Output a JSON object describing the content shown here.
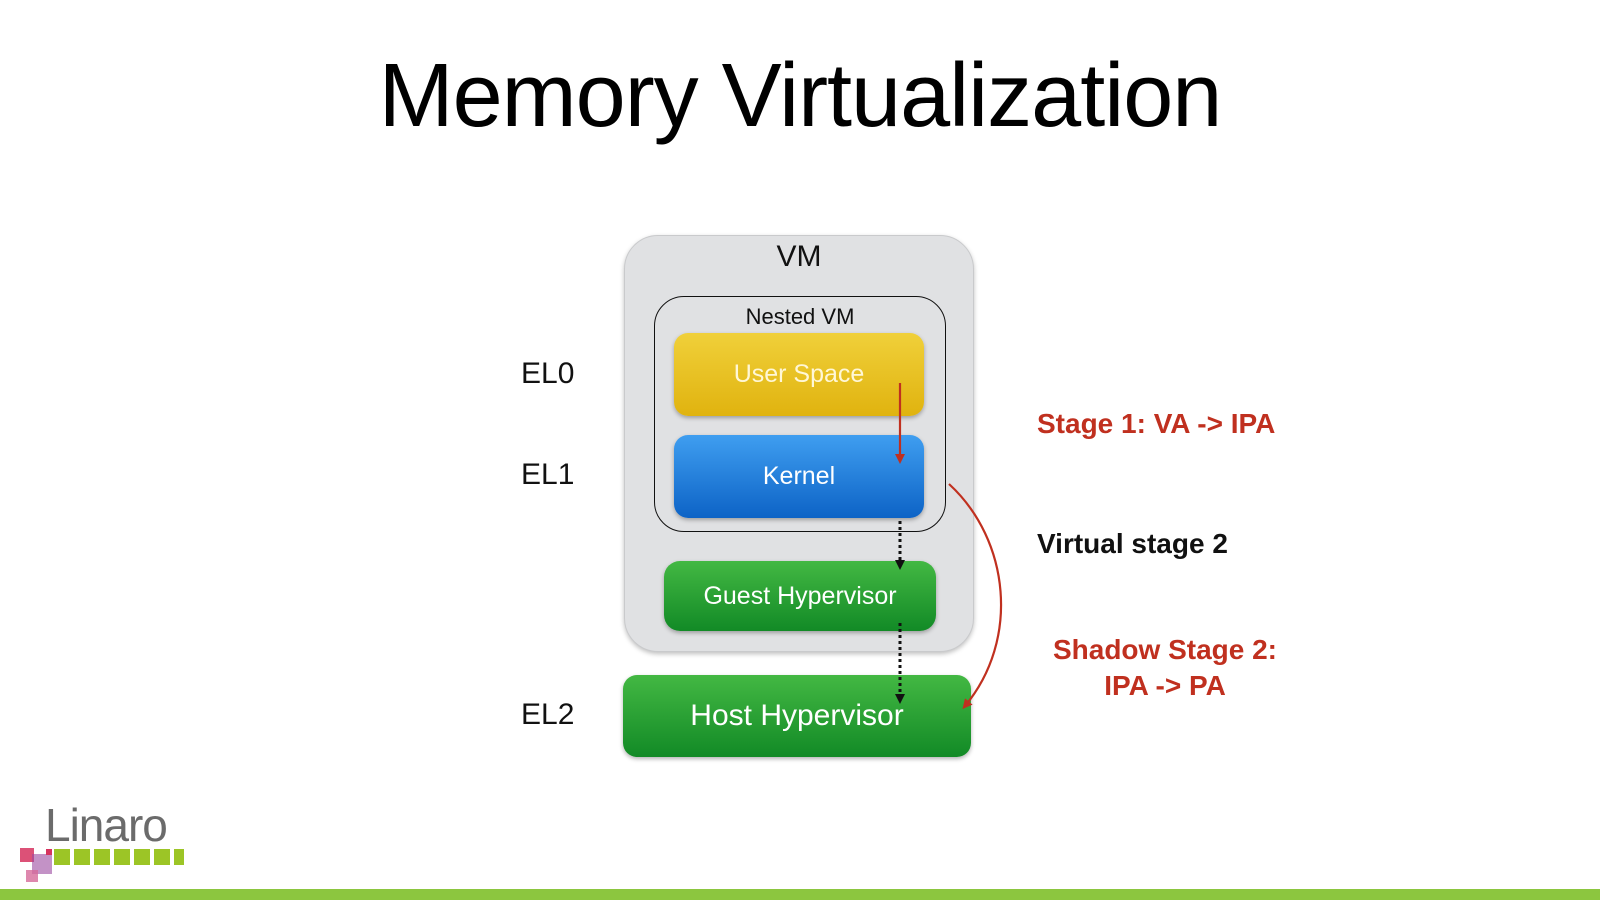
{
  "slide": {
    "title": "Memory Virtualization"
  },
  "diagram": {
    "vm_label": "VM",
    "nested_vm_label": "Nested VM",
    "user_space": "User Space",
    "kernel": "Kernel",
    "guest_hypervisor": "Guest Hypervisor",
    "host_hypervisor": "Host Hypervisor",
    "levels": {
      "el0": "EL0",
      "el1": "EL1",
      "el2": "EL2"
    }
  },
  "notes": {
    "stage1": "Stage 1: VA -> IPA",
    "virtual_stage2": "Virtual stage 2",
    "shadow_line1": "Shadow Stage 2:",
    "shadow_line2": "IPA -> PA"
  },
  "logo": {
    "text": "Linaro"
  },
  "colors": {
    "accent_red": "#c0301f",
    "user_space": "#e8c020",
    "kernel": "#2a82df",
    "hypervisor": "#2aa033",
    "footer_green": "#8cc63f"
  }
}
